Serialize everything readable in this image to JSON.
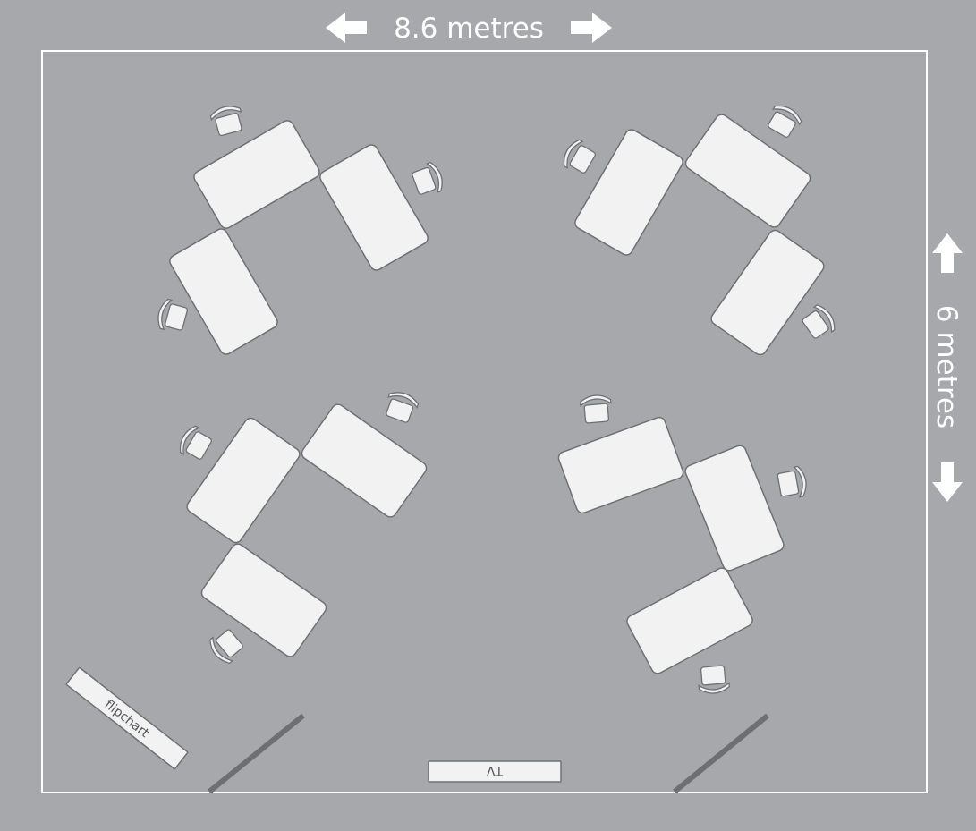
{
  "dimensions": {
    "width_label": "8.6 metres",
    "height_label": "6 metres"
  },
  "equipment": {
    "flipchart_label": "flipchart",
    "tv_label": "TV"
  },
  "colors": {
    "background": "#a7a8ab",
    "wall": "#ffffff",
    "furniture": "#f2f2f2",
    "door": "#6e6f72"
  }
}
